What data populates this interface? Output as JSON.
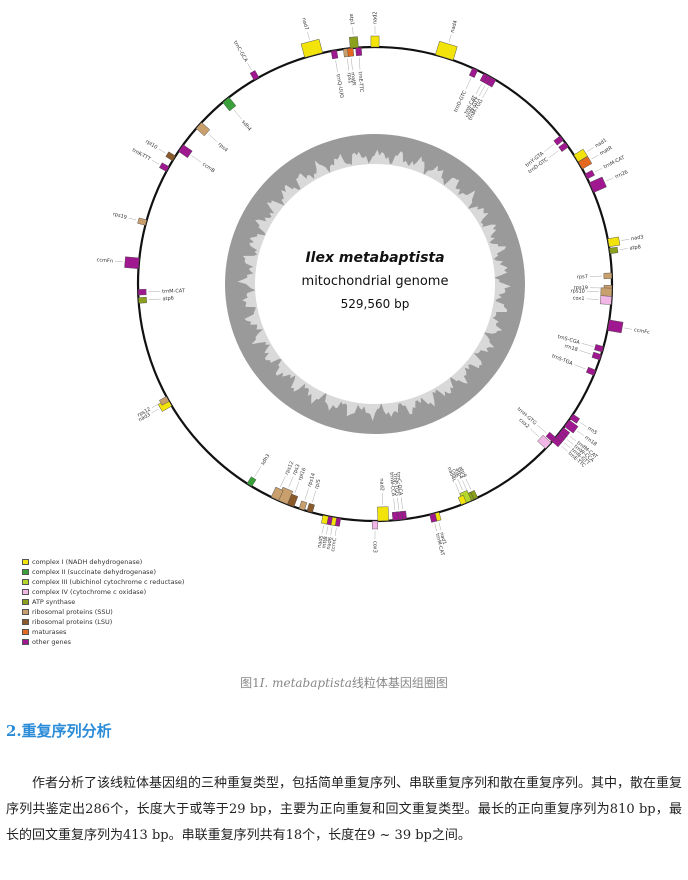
{
  "figure": {
    "center": {
      "species": "Ilex metabaptista",
      "subtitle": "mitochondrial genome",
      "size": "529,560 bp"
    },
    "genes": [
      {
        "label": "nad7",
        "angle": 345,
        "cat": "complex_I",
        "dir": "out",
        "size": 6
      },
      {
        "label": "atp1",
        "angle": 355,
        "cat": "atp",
        "dir": "out",
        "size": 2
      },
      {
        "label": "nad2",
        "angle": 0,
        "cat": "complex_I",
        "dir": "out",
        "size": 2
      },
      {
        "label": "nad4",
        "angle": 17,
        "cat": "complex_I",
        "dir": "out",
        "size": 6
      },
      {
        "label": "trnC-GCA",
        "angle": 330,
        "cat": "other",
        "dir": "out",
        "size": 1
      },
      {
        "label": "trnQ-UUG",
        "angle": 350,
        "cat": "other",
        "dir": "in",
        "size": 1
      },
      {
        "label": "rps1",
        "angle": 353,
        "cat": "ribo_ssu",
        "dir": "in",
        "size": 1
      },
      {
        "label": "matR",
        "angle": 354,
        "cat": "maturase",
        "dir": "in",
        "size": 1
      },
      {
        "label": "trnE-TTC",
        "angle": 356,
        "cat": "other",
        "dir": "in",
        "size": 1
      },
      {
        "label": "trnD-GTC",
        "angle": 25,
        "cat": "other",
        "dir": "in",
        "size": 1
      },
      {
        "label": "trnI-CAT",
        "angle": 28,
        "cat": "other",
        "dir": "in",
        "size": 1
      },
      {
        "label": "trnN-GTT",
        "angle": 29,
        "cat": "other",
        "dir": "in",
        "size": 1
      },
      {
        "label": "trnM-TGG",
        "angle": 30,
        "cat": "other",
        "dir": "in",
        "size": 1
      },
      {
        "label": "sdh4",
        "angle": 321,
        "cat": "complex_II",
        "dir": "in",
        "size": 2
      },
      {
        "label": "rps4",
        "angle": 312,
        "cat": "ribo_ssu",
        "dir": "in",
        "size": 2
      },
      {
        "label": "ccmB",
        "angle": 305,
        "cat": "other",
        "dir": "in",
        "size": 2
      },
      {
        "label": "rpl10",
        "angle": 302,
        "cat": "ribo_lsu",
        "dir": "out",
        "size": 1
      },
      {
        "label": "trnK-TTT",
        "angle": 299,
        "cat": "other",
        "dir": "out",
        "size": 1
      },
      {
        "label": "rps19",
        "angle": 285,
        "cat": "ribo_ssu",
        "dir": "out",
        "size": 1
      },
      {
        "label": "ccmFn",
        "angle": 275,
        "cat": "other",
        "dir": "out",
        "size": 3
      },
      {
        "label": "trnM-CAT",
        "angle": 268,
        "cat": "other",
        "dir": "in",
        "size": 1
      },
      {
        "label": "atp6",
        "angle": 266,
        "cat": "atp",
        "dir": "in",
        "size": 1
      },
      {
        "label": "trnY-GTA",
        "angle": 52,
        "cat": "other",
        "dir": "in",
        "size": 1
      },
      {
        "label": "trnD-GTC",
        "angle": 54,
        "cat": "other",
        "dir": "in",
        "size": 1
      },
      {
        "label": "nad1",
        "angle": 58,
        "cat": "complex_I",
        "dir": "out",
        "size": 2
      },
      {
        "label": "matR",
        "angle": 60,
        "cat": "maturase",
        "dir": "out",
        "size": 2
      },
      {
        "label": "trnM-CAT",
        "angle": 63,
        "cat": "other",
        "dir": "out",
        "size": 1
      },
      {
        "label": "rrn26",
        "angle": 66,
        "cat": "other",
        "dir": "out",
        "size": 3
      },
      {
        "label": "nad3",
        "angle": 80,
        "cat": "complex_I",
        "dir": "out",
        "size": 2
      },
      {
        "label": "atp8",
        "angle": 82,
        "cat": "atp",
        "dir": "out",
        "size": 1
      },
      {
        "label": "rps7",
        "angle": 88,
        "cat": "ribo_ssu",
        "dir": "in",
        "size": 1
      },
      {
        "label": "rps19",
        "angle": 91,
        "cat": "ribo_ssu",
        "dir": "in",
        "size": 1
      },
      {
        "label": "rps10",
        "angle": 92,
        "cat": "ribo_ssu",
        "dir": "in",
        "size": 2
      },
      {
        "label": "cox1",
        "angle": 94,
        "cat": "complex_IV",
        "dir": "in",
        "size": 2
      },
      {
        "label": "ccmFc",
        "angle": 100,
        "cat": "other",
        "dir": "out",
        "size": 3
      },
      {
        "label": "trnS-CGA",
        "angle": 106,
        "cat": "other",
        "dir": "in",
        "size": 1
      },
      {
        "label": "rrn18",
        "angle": 108,
        "cat": "other",
        "dir": "in",
        "size": 1
      },
      {
        "label": "trnS-TGA",
        "angle": 112,
        "cat": "other",
        "dir": "in",
        "size": 1
      },
      {
        "label": "rrn5",
        "angle": 124,
        "cat": "other",
        "dir": "out",
        "size": 1
      },
      {
        "label": "rrn18",
        "angle": 126,
        "cat": "other",
        "dir": "out",
        "size": 2
      },
      {
        "label": "trnfM-CAT",
        "angle": 128,
        "cat": "other",
        "dir": "out",
        "size": 1
      },
      {
        "label": "trnW-CCA",
        "angle": 129,
        "cat": "other",
        "dir": "out",
        "size": 1
      },
      {
        "label": "trnN-GTT",
        "angle": 130,
        "cat": "other",
        "dir": "out",
        "size": 1
      },
      {
        "label": "trnE-TTC",
        "angle": 131,
        "cat": "other",
        "dir": "out",
        "size": 1
      },
      {
        "label": "trnH-GTG",
        "angle": 131,
        "cat": "other",
        "dir": "in",
        "size": 1
      },
      {
        "label": "cox2",
        "angle": 133,
        "cat": "complex_IV",
        "dir": "in",
        "size": 2
      },
      {
        "label": "atp9",
        "angle": 155,
        "cat": "atp",
        "dir": "in",
        "size": 1
      },
      {
        "label": "atp4",
        "angle": 156,
        "cat": "atp",
        "dir": "in",
        "size": 1
      },
      {
        "label": "cob",
        "angle": 157,
        "cat": "complex_III",
        "dir": "in",
        "size": 2
      },
      {
        "label": "nad4L",
        "angle": 158,
        "cat": "complex_I",
        "dir": "in",
        "size": 1
      },
      {
        "label": "nad1",
        "angle": 165,
        "cat": "complex_I",
        "dir": "out",
        "size": 1
      },
      {
        "label": "trnM-CAT",
        "angle": 166,
        "cat": "other",
        "dir": "out",
        "size": 1
      },
      {
        "label": "trnC-GCA",
        "angle": 173,
        "cat": "other",
        "dir": "in",
        "size": 1
      },
      {
        "label": "trnP-TGG",
        "angle": 174,
        "cat": "other",
        "dir": "in",
        "size": 1
      },
      {
        "label": "trnW-CCA",
        "angle": 175,
        "cat": "other",
        "dir": "in",
        "size": 1
      },
      {
        "label": "nad2",
        "angle": 178,
        "cat": "complex_I",
        "dir": "in",
        "size": 3
      },
      {
        "label": "cox3",
        "angle": 180,
        "cat": "complex_IV",
        "dir": "out",
        "size": 1
      },
      {
        "label": "ccmC",
        "angle": 189,
        "cat": "other",
        "dir": "out",
        "size": 1
      },
      {
        "label": "nad6",
        "angle": 190,
        "cat": "complex_I",
        "dir": "out",
        "size": 1
      },
      {
        "label": "mttB",
        "angle": 191,
        "cat": "other",
        "dir": "out",
        "size": 1
      },
      {
        "label": "nad5",
        "angle": 192,
        "cat": "complex_I",
        "dir": "out",
        "size": 1
      },
      {
        "label": "rpl5",
        "angle": 196,
        "cat": "ribo_lsu",
        "dir": "in",
        "size": 1
      },
      {
        "label": "rps14",
        "angle": 198,
        "cat": "ribo_ssu",
        "dir": "in",
        "size": 1
      },
      {
        "label": "rpl16",
        "angle": 201,
        "cat": "ribo_lsu",
        "dir": "in",
        "size": 2
      },
      {
        "label": "rps3",
        "angle": 203,
        "cat": "ribo_ssu",
        "dir": "in",
        "size": 3
      },
      {
        "label": "rps12",
        "angle": 205,
        "cat": "ribo_ssu",
        "dir": "in",
        "size": 2
      },
      {
        "label": "sdh3",
        "angle": 212,
        "cat": "complex_II",
        "dir": "in",
        "size": 1
      },
      {
        "label": "nad3",
        "angle": 240,
        "cat": "complex_I",
        "dir": "out",
        "size": 2
      },
      {
        "label": "rps12",
        "angle": 241,
        "cat": "ribo_ssu",
        "dir": "out",
        "size": 1
      }
    ],
    "colors": {
      "complex_I": "#f2e30a",
      "complex_II": "#3aa13a",
      "complex_III": "#b5d62a",
      "complex_IV": "#f1b6e6",
      "atp": "#8aa11e",
      "ribo_ssu": "#c9a06d",
      "ribo_lsu": "#8b5a2b",
      "maturase": "#e4691f",
      "other": "#a01890",
      "gc_dark": "#9a9a9a",
      "gc_light": "#d9d9d9"
    },
    "legend": [
      {
        "key": "complex_I",
        "label": "complex I (NADH dehydrogenase)"
      },
      {
        "key": "complex_II",
        "label": "complex II (succinate dehydrogenase)"
      },
      {
        "key": "complex_III",
        "label": "complex III (ubichinol cytochrome c reductase)"
      },
      {
        "key": "complex_IV",
        "label": "complex IV (cytochrome c oxidase)"
      },
      {
        "key": "atp",
        "label": "ATP synthase"
      },
      {
        "key": "ribo_ssu",
        "label": "ribosomal proteins (SSU)"
      },
      {
        "key": "ribo_lsu",
        "label": "ribosomal proteins (LSU)"
      },
      {
        "key": "maturase",
        "label": "maturases"
      },
      {
        "key": "other",
        "label": "other genes"
      }
    ]
  },
  "caption": {
    "prefix": "图1",
    "species": "I. metabaptista",
    "suffix": "线粒体基因组圈图"
  },
  "section": {
    "heading": "2.重复序列分析"
  },
  "body": {
    "paragraph": "作者分析了该线粒体基因组的三种重复类型，包括简单重复序列、串联重复序列和散在重复序列。其中，散在重复序列共鉴定出286个，长度大于或等于29 bp，主要为正向重复和回文重复类型。最长的正向重复序列为810 bp，最长的回文重复序列为413 bp。串联重复序列共有18个，长度在9 ~ 39 bp之间。"
  }
}
